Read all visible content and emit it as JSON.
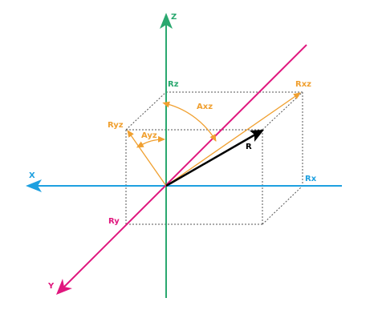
{
  "axes": {
    "z": {
      "label": "Z",
      "color": "#2aa86f"
    },
    "x": {
      "label": "X",
      "color": "#1ea0e0"
    },
    "y": {
      "label": "Y",
      "color": "#e0177e"
    }
  },
  "projections": {
    "rx": {
      "label": "Rx",
      "color": "#1ea0e0"
    },
    "ry": {
      "label": "Ry",
      "color": "#e0177e"
    },
    "rz": {
      "label": "Rz",
      "color": "#2aa86f"
    },
    "rxz": {
      "label": "Rxz",
      "color": "#f0a030"
    },
    "ryz": {
      "label": "Ryz",
      "color": "#f0a030"
    }
  },
  "vector": {
    "label": "R",
    "color": "#000000"
  },
  "angles": {
    "axz": {
      "label": "Axz",
      "color": "#f0a030"
    },
    "ayz": {
      "label": "Ayz",
      "color": "#f0a030"
    }
  },
  "box_color": "#555555"
}
